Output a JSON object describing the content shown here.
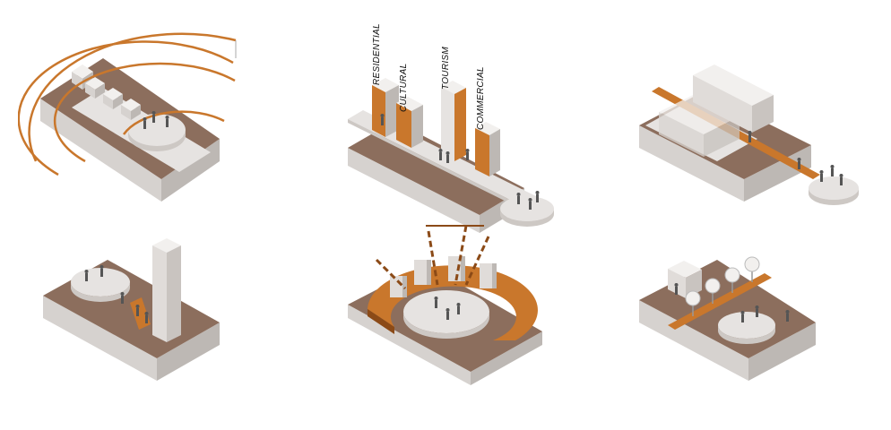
{
  "diagram": {
    "zone_labels": [
      "RESIDENTIAL",
      "CULTURAL",
      "TOURISM",
      "COMMERCIAL"
    ]
  },
  "colors": {
    "ground_top": "#8c6e5d",
    "slab_light": "#e6e3e1",
    "slab_mid": "#d6d2cf",
    "slab_dark": "#bdb8b4",
    "accent": "#c9772c",
    "accent_dark": "#8b4a17",
    "figure": "#555555"
  }
}
